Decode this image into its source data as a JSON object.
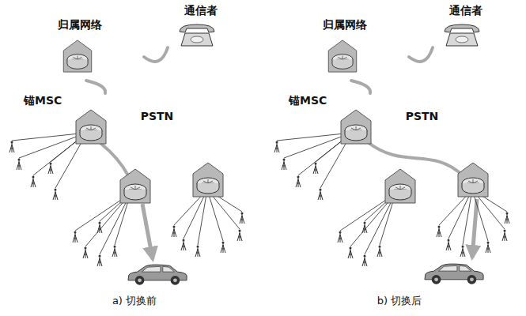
{
  "diagram": {
    "nodes": [
      {
        "text": [
          "归属网络"
        ]
      },
      {
        "text": [
          "通信者"
        ]
      },
      {
        "text": [
          "锚MSC"
        ]
      },
      {
        "text": [
          "PSTN"
        ]
      },
      {
        "text": [
          "归属网络"
        ]
      },
      {
        "text": [
          "通信者"
        ]
      },
      {
        "text": [
          "锚MSC"
        ]
      },
      {
        "text": [
          "PSTN"
        ]
      }
    ],
    "edges": [
      {
        "from": 0,
        "to": 1,
        "arrow": "none"
      },
      {
        "from": 0,
        "to": 2,
        "arrow": "none"
      },
      {
        "from": 4,
        "to": 5,
        "arrow": "none"
      },
      {
        "from": 4,
        "to": 6,
        "arrow": "none"
      }
    ],
    "labels": [
      "a) 切换前",
      "b) 切换后"
    ]
  }
}
